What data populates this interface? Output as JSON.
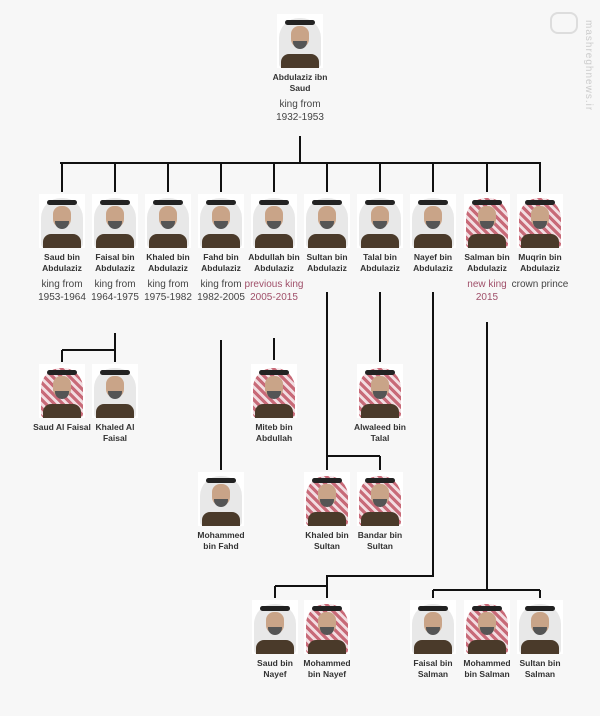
{
  "watermark": "mashreghnews.ir",
  "root": {
    "name": "Abdulaziz ibn Saud",
    "title": "king from 1932-1953",
    "headdress": "white"
  },
  "sons": [
    {
      "id": "saud",
      "name": "Saud bin Abdulaziz",
      "title": "king from 1953-1964",
      "headdress": "white"
    },
    {
      "id": "faisal",
      "name": "Faisal bin Abdulaziz",
      "title": "king from 1964-1975",
      "headdress": "white"
    },
    {
      "id": "khaled",
      "name": "Khaled bin Abdulaziz",
      "title": "king from 1975-1982",
      "headdress": "white"
    },
    {
      "id": "fahd",
      "name": "Fahd bin Abdulaziz",
      "title": "king from 1982-2005",
      "headdress": "white"
    },
    {
      "id": "abdullah",
      "name": "Abdullah bin Abdulaziz",
      "title": "previous king 2005-2015",
      "headdress": "white",
      "highlight": true
    },
    {
      "id": "sultan",
      "name": "Sultan bin Abdulaziz",
      "title": "",
      "headdress": "white"
    },
    {
      "id": "talal",
      "name": "Talal bin Abdulaziz",
      "title": "",
      "headdress": "white"
    },
    {
      "id": "nayef",
      "name": "Nayef bin Abdulaziz",
      "title": "",
      "headdress": "white"
    },
    {
      "id": "salman",
      "name": "Salman bin Abdulaziz",
      "title": "new king 2015",
      "headdress": "red",
      "highlight": true
    },
    {
      "id": "muqrin",
      "name": "Muqrin bin Abdulaziz",
      "title": "crown prince",
      "headdress": "red"
    }
  ],
  "grandsons": [
    {
      "id": "saud-al-faisal",
      "name": "Saud Al Faisal",
      "parent": "faisal",
      "headdress": "red"
    },
    {
      "id": "khaled-al-faisal",
      "name": "Khaled Al Faisal",
      "parent": "faisal",
      "headdress": "white"
    },
    {
      "id": "miteb",
      "name": "Miteb bin Abdullah",
      "parent": "abdullah",
      "headdress": "red"
    },
    {
      "id": "alwaleed",
      "name": "Alwaleed bin Talal",
      "parent": "talal",
      "headdress": "red"
    },
    {
      "id": "mohammed-bin-fahd",
      "name": "Mohammed bin Fahd",
      "parent": "fahd",
      "headdress": "white"
    },
    {
      "id": "khaled-bin-sultan",
      "name": "Khaled bin Sultan",
      "parent": "sultan",
      "headdress": "red"
    },
    {
      "id": "bandar",
      "name": "Bandar bin Sultan",
      "parent": "sultan",
      "headdress": "red"
    },
    {
      "id": "saud-bin-nayef",
      "name": "Saud bin Nayef",
      "parent": "nayef",
      "headdress": "white"
    },
    {
      "id": "mohammed-bin-nayef",
      "name": "Mohammed bin Nayef",
      "parent": "nayef",
      "headdress": "red"
    },
    {
      "id": "faisal-bin-salman",
      "name": "Faisal bin Salman",
      "parent": "salman",
      "headdress": "white"
    },
    {
      "id": "mbs",
      "name": "Mohammed bin Salman",
      "parent": "salman",
      "headdress": "red"
    },
    {
      "id": "sultan-bin-salman",
      "name": "Sultan bin Salman",
      "parent": "salman",
      "headdress": "white"
    }
  ]
}
